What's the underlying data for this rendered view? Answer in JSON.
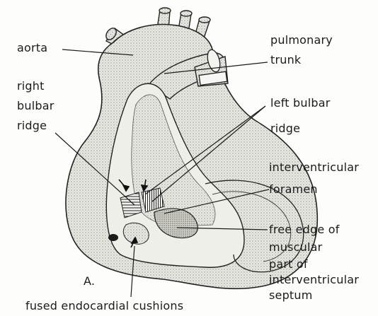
{
  "labels": {
    "aorta": "aorta",
    "pulmonary": "pulmonary",
    "trunk": "trunk",
    "right": "right",
    "bulbar_left_col": "bulbar",
    "ridge_left_col": "ridge",
    "left_bulbar": "left bulbar",
    "ridge_right_col": "ridge",
    "interventricular": "interventricular",
    "foramen": "foramen",
    "free_edge_of": "free edge of",
    "muscular": "muscular",
    "part_of": "part of",
    "interventricular_2": "interventricular",
    "septum": "septum",
    "panel_letter": "A.",
    "fused_endocardial_cushions": "fused endocardial cushions"
  },
  "colors": {
    "ink": "#1b1b1b",
    "paper": "#fdfdfb",
    "stipple_light": "#d9d9d4",
    "stipple_mid": "#bdbdb6",
    "stipple_dark": "#9a9a92"
  }
}
